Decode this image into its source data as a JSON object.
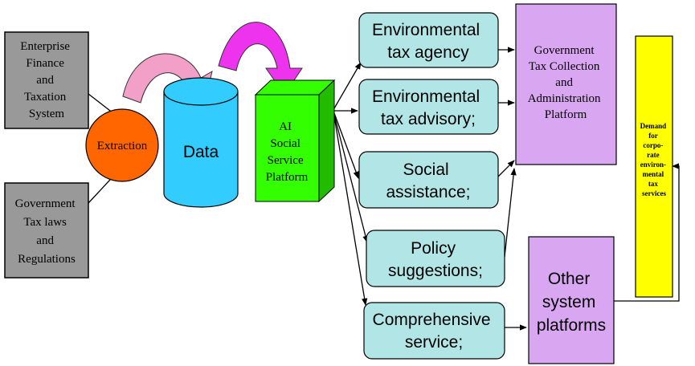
{
  "nodes": {
    "enterprise": {
      "lines": [
        "Enterprise",
        "Finance",
        "and",
        "Taxation",
        "System"
      ]
    },
    "government": {
      "lines": [
        "Government",
        "Tax laws",
        "and",
        "Regulations"
      ]
    },
    "extraction": {
      "lines": [
        "Extraction"
      ]
    },
    "data": {
      "lines": [
        "Data"
      ]
    },
    "ai_platform": {
      "lines": [
        "AI",
        "Social",
        "Service",
        "Platform"
      ]
    },
    "env_agency": {
      "lines": [
        "Environmental",
        "tax agency"
      ]
    },
    "env_advisory": {
      "lines": [
        "Environmental",
        "tax advisory;"
      ]
    },
    "social": {
      "lines": [
        "Social",
        "assistance;"
      ]
    },
    "policy": {
      "lines": [
        "Policy",
        "suggestions;"
      ]
    },
    "comprehensive": {
      "lines": [
        "Comprehensive",
        "service;"
      ]
    },
    "gov_platform": {
      "lines": [
        "Government",
        "Tax Collection",
        "and",
        "Administration",
        "Platform"
      ]
    },
    "other_platforms": {
      "lines": [
        "Other",
        "system",
        "platforms"
      ]
    },
    "demand": {
      "lines": [
        "Demand",
        "for",
        "corpo-",
        "rate",
        "environ-",
        "mental",
        "tax",
        "services"
      ]
    }
  },
  "colors": {
    "gray_box": "#999999",
    "extraction": "#ff6600",
    "data_cylinder": "#33ccff",
    "ai_box": "#33ff00",
    "service_box": "#b2e6e6",
    "platform_box": "#d9a6f2",
    "demand_box": "#ffff00",
    "pink_arrow": "#f2a0c8",
    "magenta_arrow": "#ee33ee"
  }
}
